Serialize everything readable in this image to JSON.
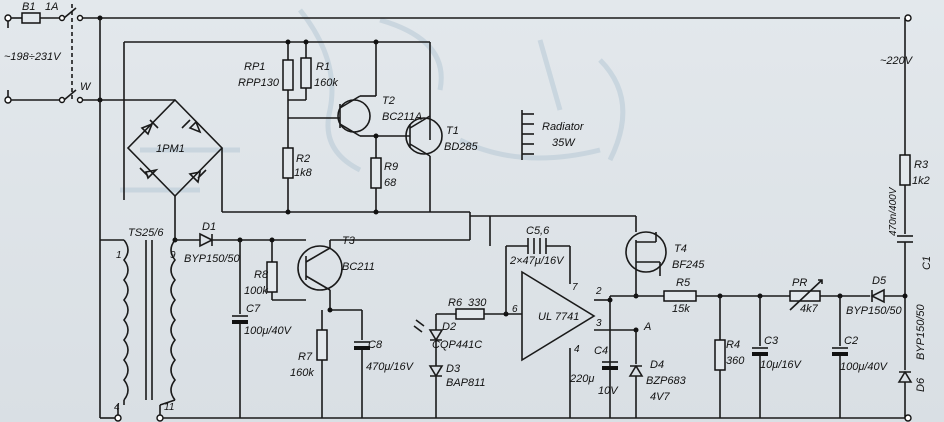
{
  "labels": {
    "fuse_b1": "B1",
    "fuse_rating": "1A",
    "mains_in": "~198÷231V",
    "switch_w": "W",
    "rp1": "RP1",
    "rp1_type": "RPP130",
    "r1": "R1",
    "r1_val": "160k",
    "t2": "T2",
    "t2_type": "BC211A",
    "t1": "T1",
    "t1_type": "BD285",
    "radiator": "Radiator",
    "radiator_val": "35W",
    "out_220": "~220V",
    "bridge": "1PM1",
    "r2": "R2",
    "r2_val": "1k8",
    "r9": "R9",
    "r9_val": "68",
    "r3": "R3",
    "r3_val": "1k2",
    "c1": "C1",
    "c1_val": "470n/400V",
    "c56": "C5,6",
    "c56_val": "2×47μ/16V",
    "t4": "T4",
    "t4_type": "BF245",
    "ts": "TS25/6",
    "d1": "D1",
    "d1_type": "BYP150/50",
    "t3": "T3",
    "t3_type": "BC211",
    "r8": "R8",
    "r8_val": "100k",
    "c7": "C7",
    "c7_val": "100μ/40V",
    "r7": "R7",
    "r7_val": "160k",
    "c8": "C8",
    "c8_val": "470μ/16V",
    "r6": "R6",
    "r6_val": "330",
    "d2": "D2",
    "d2_type": "CQP441C",
    "d3": "D3",
    "d3_type": "BAP811",
    "opamp": "UL 7741",
    "pin_2": "2",
    "pin_3": "3",
    "pin_4": "4",
    "pin_6": "6",
    "pin_7": "7",
    "c4": "C4",
    "c4_val1": "220μ",
    "c4_val2": "10V",
    "d4": "D4",
    "d4_type": "BZP683",
    "d4_val": "4V7",
    "node_a": "A",
    "r5": "R5",
    "r5_val": "15k",
    "r4": "R4",
    "r4_val": "360",
    "c3": "C3",
    "c3_val": "10μ/16V",
    "pr": "PR",
    "pr_val": "4k7",
    "c2": "C2",
    "c2_val": "100μ/40V",
    "d5": "D5",
    "d5_type": "BYP150/50",
    "d6": "D6",
    "d6_type": "BYP150/50",
    "tr_pin_1": "1",
    "tr_pin_9": "9",
    "tr_pin_4": "4",
    "tr_pin_11": "11"
  }
}
